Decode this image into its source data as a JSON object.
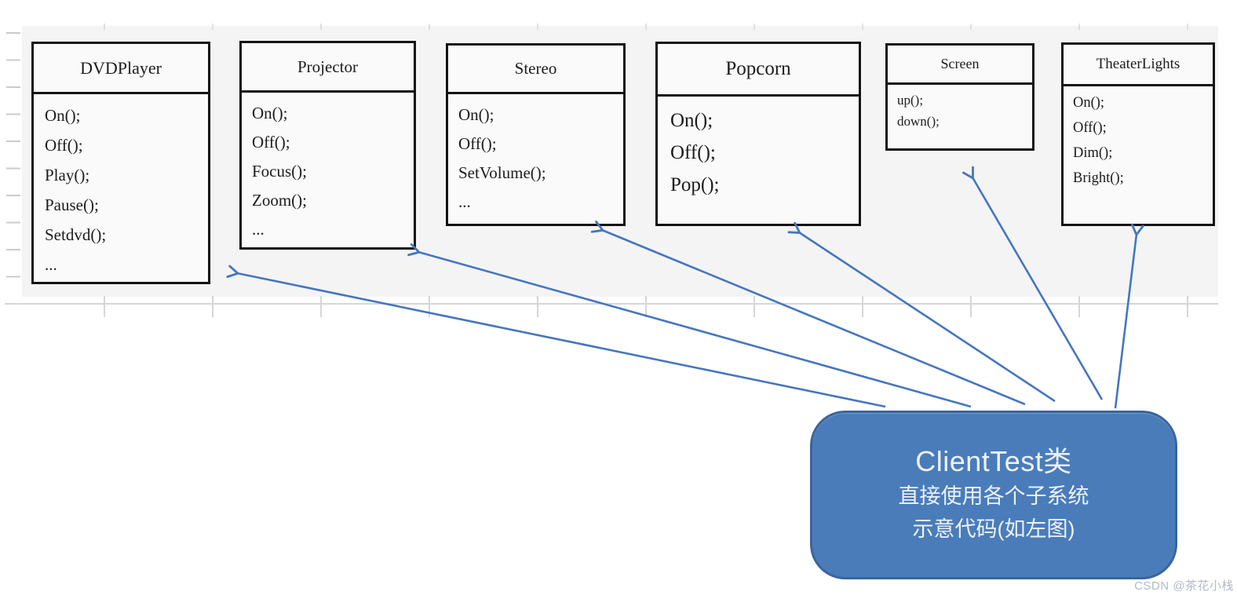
{
  "diagram": {
    "classes": [
      {
        "name": "DVDPlayer",
        "methods": [
          "On();",
          "Off();",
          "Play();",
          "Pause();",
          "Setdvd();",
          "..."
        ]
      },
      {
        "name": "Projector",
        "methods": [
          "On();",
          "Off();",
          "Focus();",
          "Zoom();",
          "..."
        ]
      },
      {
        "name": "Stereo",
        "methods": [
          "On();",
          "Off();",
          "SetVolume();",
          "..."
        ]
      },
      {
        "name": "Popcorn",
        "methods": [
          "On();",
          "Off();",
          "Pop();"
        ]
      },
      {
        "name": "Screen",
        "methods": [
          "up();",
          "down();"
        ]
      },
      {
        "name": "TheaterLights",
        "methods": [
          "On();",
          "Off();",
          "Dim();",
          "Bright();"
        ]
      }
    ],
    "client_box": {
      "title": "ClientTest类",
      "subtitle_line1": "直接使用各个子系统",
      "subtitle_line2": "示意代码(如左图)"
    },
    "arrows": [
      {
        "from": "ClientTest类",
        "to": "DVDPlayer"
      },
      {
        "from": "ClientTest类",
        "to": "Projector"
      },
      {
        "from": "ClientTest类",
        "to": "Stereo"
      },
      {
        "from": "ClientTest类",
        "to": "Popcorn"
      },
      {
        "from": "ClientTest类",
        "to": "Screen"
      },
      {
        "from": "ClientTest类",
        "to": "TheaterLights"
      }
    ],
    "colors": {
      "client_fill": "#4a7cba",
      "client_border": "#3a649e",
      "client_text": "#ecf2fa",
      "arrow": "#4576bd",
      "class_border": "#141414",
      "class_bg": "#fafafa",
      "panel_bg": "#f4f4f5",
      "gridline": "#d6d6d8",
      "watermark_text_color": "#b5b9c3"
    }
  },
  "watermark": "CSDN @茶花小栈"
}
